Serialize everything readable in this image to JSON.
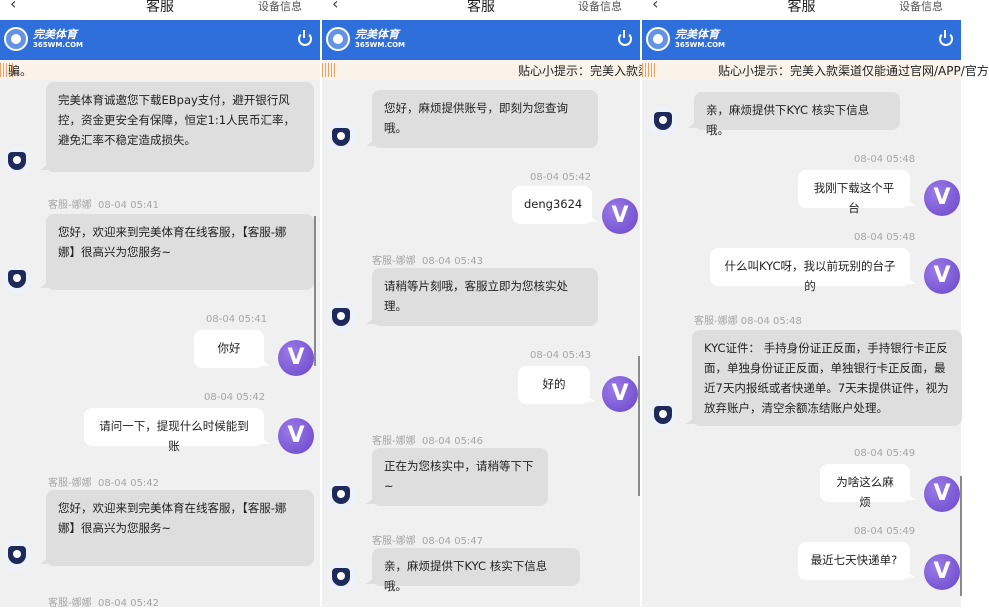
{
  "nav": {
    "back_icon": "chevron-left-icon",
    "title": "客服",
    "right_label": "设备信息"
  },
  "brand": {
    "name_cn": "完美体育",
    "name_en": "365WM.COM",
    "primary_color": "#2f6fdc",
    "power_icon": "power-icon"
  },
  "panels": [
    {
      "notice": "骗。",
      "messages": [
        {
          "role": "agent",
          "text": "完美体育诚邀您下载EBpay支付，避开银行风控，资金更安全有保障，恒定1:1人民币汇率，避免汇率不稳定造成损失。"
        },
        {
          "role": "agent",
          "sender": "客服-娜娜",
          "time": "08-04 05:41",
          "text": "您好，欢迎来到完美体育在线客服，【客服-娜娜】很高兴为您服务~"
        },
        {
          "role": "user",
          "time": "08-04 05:41",
          "text": "你好"
        },
        {
          "role": "user",
          "time": "08-04 05:42",
          "text": "请问一下，提现什么时候能到账"
        },
        {
          "role": "agent",
          "sender": "客服-娜娜",
          "time": "08-04 05:42",
          "text": "您好，欢迎来到完美体育在线客服，【客服-娜娜】很高兴为您服务~"
        },
        {
          "role": "agent",
          "sender": "客服-娜娜",
          "time": "08-04 05:42",
          "text": ""
        }
      ]
    },
    {
      "notice": "贴心小提示：完美入款渠",
      "messages": [
        {
          "role": "agent",
          "text": "您好，麻烦提供账号，即刻为您查询哦。"
        },
        {
          "role": "user",
          "time": "08-04 05:42",
          "text": "deng3624"
        },
        {
          "role": "agent",
          "sender": "客服-娜娜",
          "time": "08-04 05:43",
          "text": "请稍等片刻哦，客服立即为您核实处理。"
        },
        {
          "role": "user",
          "time": "08-04 05:43",
          "text": "好的"
        },
        {
          "role": "agent",
          "sender": "客服-娜娜",
          "time": "08-04 05:46",
          "text": "正在为您核实中，请稍等下下~"
        },
        {
          "role": "agent",
          "sender": "客服-娜娜",
          "time": "08-04 05:47",
          "text": "亲，麻烦提供下KYC 核实下信息哦。"
        }
      ]
    },
    {
      "notice": "贴心小提示：完美入款渠道仅能通过官网/APP/官方",
      "messages": [
        {
          "role": "agent",
          "text": "亲，麻烦提供下KYC 核实下信息哦。"
        },
        {
          "role": "user",
          "time": "08-04 05:48",
          "text": "我刚下载这个平台"
        },
        {
          "role": "user",
          "time": "08-04 05:48",
          "text": "什么叫KYC呀，我以前玩别的台子的"
        },
        {
          "role": "agent",
          "sender": "客服-娜娜",
          "time": "08-04 05:48",
          "text": "KYC证件： 手持身份证正反面，手持银行卡正反面，单独身份证正反面，单独银行卡正反面，最近7天内报纸或者快递单。7天未提供证件，视为放弃账户，清空余额冻结账户处理。"
        },
        {
          "role": "user",
          "time": "08-04 05:49",
          "text": "为啥这么麻烦"
        },
        {
          "role": "user",
          "time": "08-04 05:49",
          "text": "最近七天快递单?"
        }
      ]
    }
  ],
  "avatars": {
    "agent_icon": "team-shield-icon",
    "user_letter": "V",
    "user_color": "#7b57d6"
  }
}
